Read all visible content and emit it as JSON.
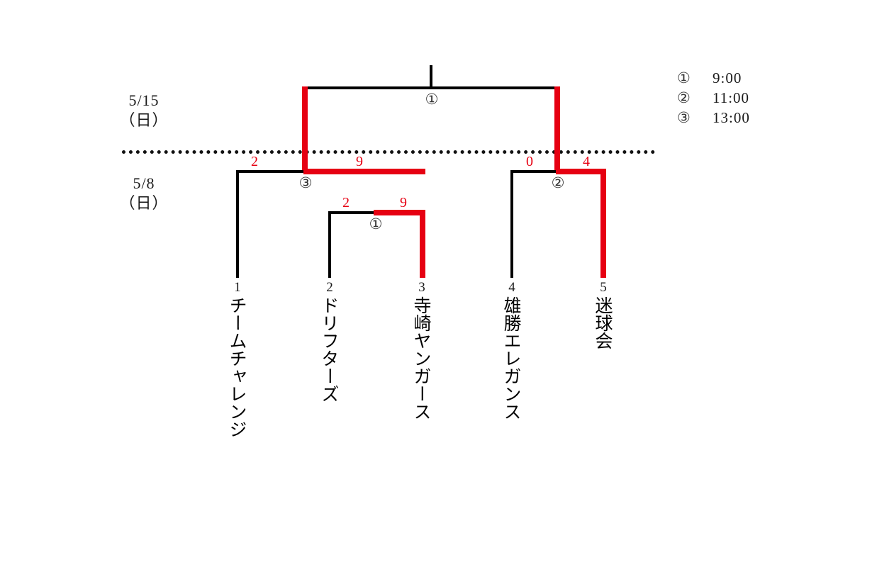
{
  "tournament": {
    "rounds": [
      {
        "id": "round-final",
        "date": "5/15",
        "weekday": "（日）"
      },
      {
        "id": "round-first",
        "date": "5/8",
        "weekday": "（日）"
      }
    ],
    "legend": {
      "entries": [
        {
          "mark": "①",
          "time": "9:00"
        },
        {
          "mark": "②",
          "time": "11:00"
        },
        {
          "mark": "③",
          "time": "13:00"
        }
      ]
    },
    "colors": {
      "winner_path": "#e60012",
      "loser_path": "#000000",
      "text": "#000000"
    },
    "teams": [
      {
        "seed": "1",
        "name": "チームチャレンジ"
      },
      {
        "seed": "2",
        "name": "ドリフターズ"
      },
      {
        "seed": "3",
        "name": "寺崎ヤンガース"
      },
      {
        "seed": "4",
        "name": "雄勝エレガンス"
      },
      {
        "seed": "5",
        "name": "迷球会"
      }
    ],
    "matches": [
      {
        "id": "m-final",
        "mark": "①",
        "round": "round-final",
        "left_score": "",
        "right_score": "",
        "played": false
      },
      {
        "id": "m-semi-left",
        "mark": "③",
        "round": "round-first",
        "left_score": "2",
        "right_score": "9",
        "played": true
      },
      {
        "id": "m-quarter",
        "mark": "①",
        "round": "round-first",
        "left_score": "2",
        "right_score": "9",
        "played": true
      },
      {
        "id": "m-semi-right",
        "mark": "②",
        "round": "round-first",
        "left_score": "0",
        "right_score": "4",
        "played": true
      }
    ]
  }
}
